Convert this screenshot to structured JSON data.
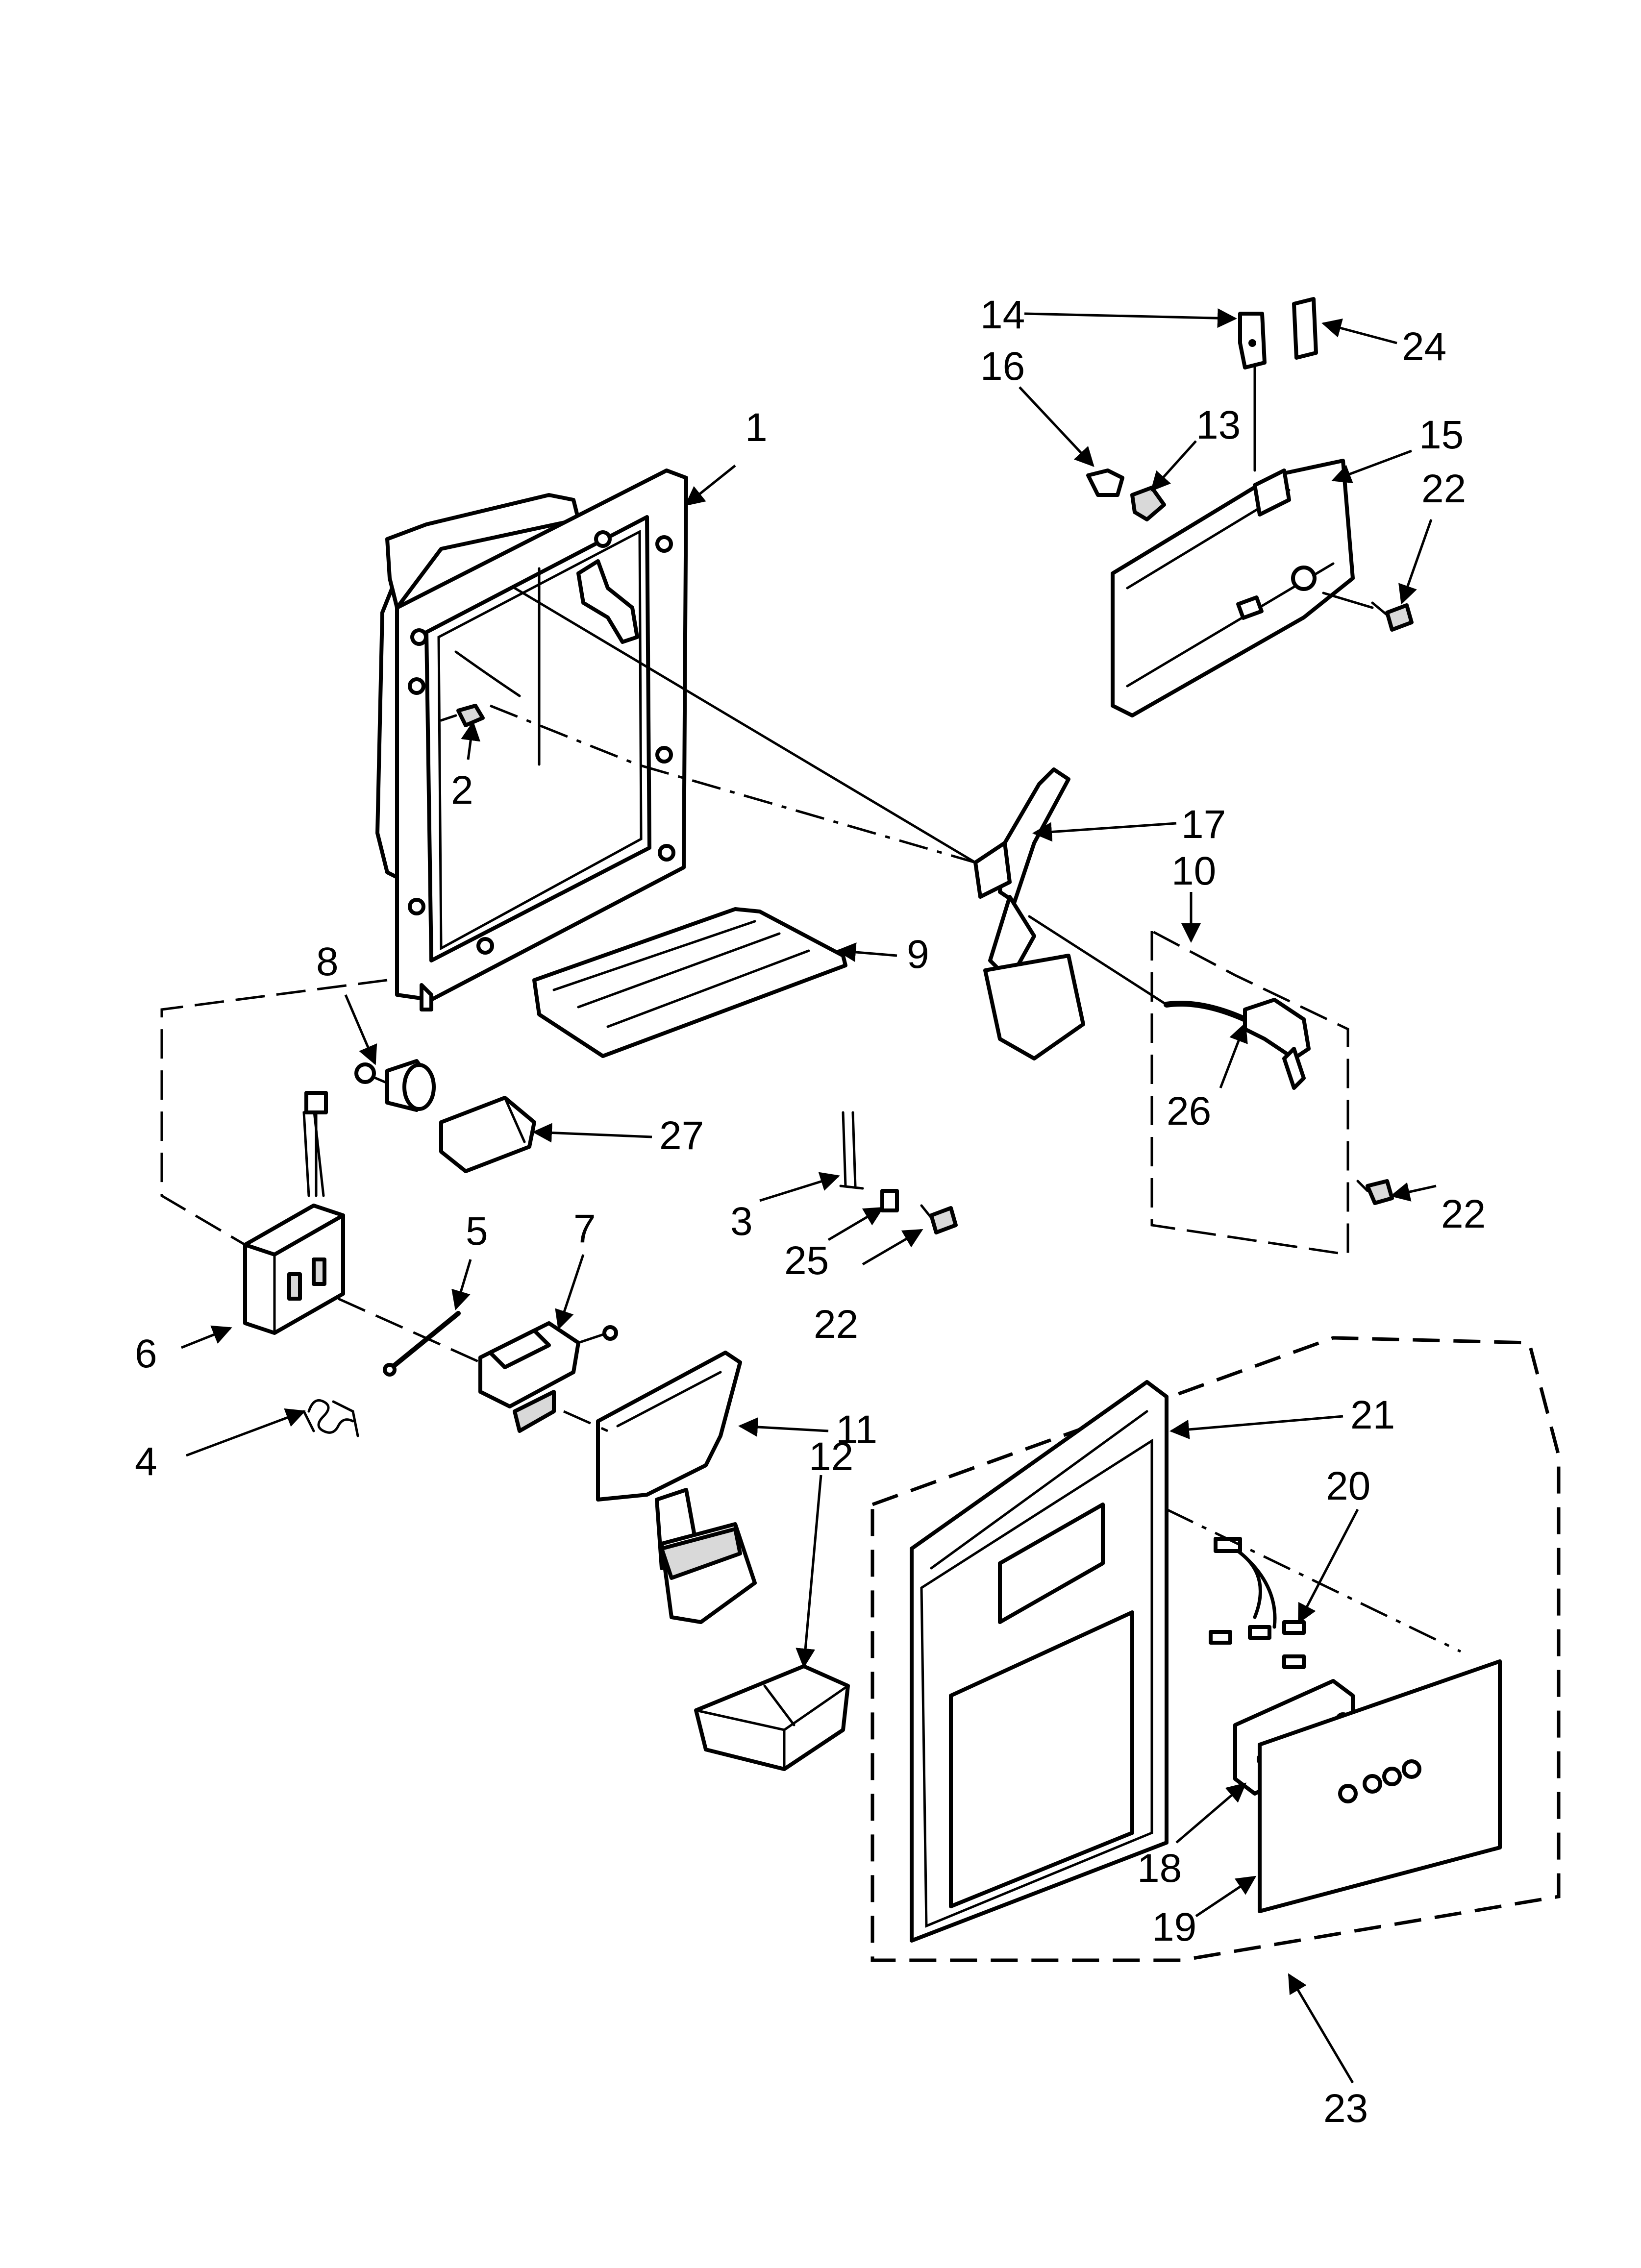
{
  "colors": {
    "line": "#000000",
    "background": "#ffffff",
    "shade": "#d9d9d9"
  },
  "callouts": {
    "c1": "1",
    "c2": "2",
    "c3": "3",
    "c4": "4",
    "c5": "5",
    "c6": "6",
    "c7": "7",
    "c8": "8",
    "c9": "9",
    "c10": "10",
    "c11": "11",
    "c12": "12",
    "c13": "13",
    "c14": "14",
    "c15": "15",
    "c16": "16",
    "c17": "17",
    "c18": "18",
    "c19": "19",
    "c20": "20",
    "c21": "21",
    "c22a": "22",
    "c22b": "22",
    "c22c": "22",
    "c23": "23",
    "c24": "24",
    "c25": "25",
    "c26": "26",
    "c27": "27"
  }
}
